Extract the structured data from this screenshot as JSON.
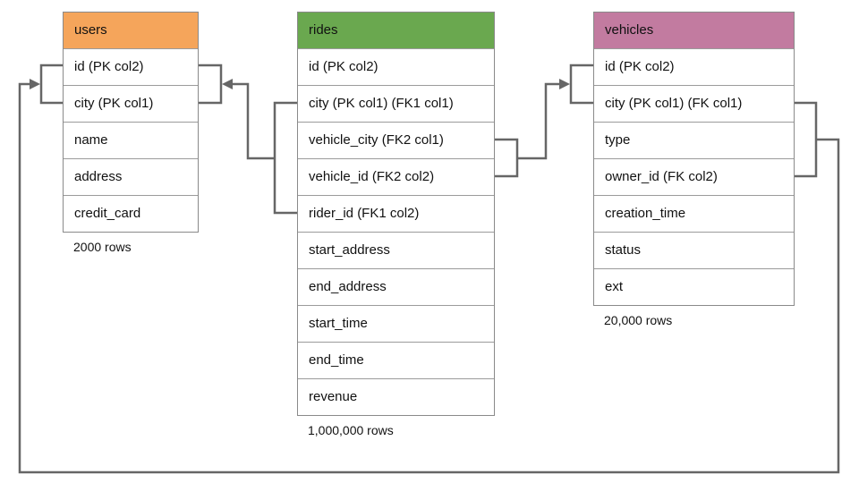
{
  "diagram": {
    "background": "#ffffff",
    "line_color": "#666666",
    "border_color": "#8a8a8a",
    "tables": [
      {
        "name": "users",
        "header_color": "#f5a55b",
        "columns": [
          "id (PK col2)",
          "city (PK col1)",
          "name",
          "address",
          "credit_card"
        ],
        "row_count_label": "2000 rows"
      },
      {
        "name": "rides",
        "header_color": "#6aa84f",
        "columns": [
          "id (PK col2)",
          "city (PK col1) (FK1 col1)",
          "vehicle_city (FK2 col1)",
          "vehicle_id (FK2 col2)",
          "rider_id (FK1 col2)",
          "start_address",
          "end_address",
          "start_time",
          "end_time",
          "revenue"
        ],
        "row_count_label": "1,000,000 rows"
      },
      {
        "name": "vehicles",
        "header_color": "#c27ba0",
        "columns": [
          "id (PK col2)",
          "city (PK col1) (FK col1)",
          "type",
          "owner_id (FK col2)",
          "creation_time",
          "status",
          "ext"
        ],
        "row_count_label": "20,000 rows"
      }
    ],
    "relationships": [
      {
        "name": "rides-to-users",
        "from_table": "rides",
        "from_columns": [
          "city (PK col1) (FK1 col1)",
          "rider_id (FK1 col2)"
        ],
        "to_table": "users",
        "to_columns": [
          "id (PK col2)",
          "city (PK col1)"
        ]
      },
      {
        "name": "rides-to-vehicles",
        "from_table": "rides",
        "from_columns": [
          "vehicle_city (FK2 col1)",
          "vehicle_id (FK2 col2)"
        ],
        "to_table": "vehicles",
        "to_columns": [
          "id (PK col2)",
          "city (PK col1) (FK col1)"
        ]
      },
      {
        "name": "vehicles-to-users",
        "from_table": "vehicles",
        "from_columns": [
          "city (PK col1) (FK col1)",
          "owner_id (FK col2)"
        ],
        "to_table": "users",
        "to_columns": [
          "id (PK col2)",
          "city (PK col1)"
        ]
      }
    ]
  }
}
